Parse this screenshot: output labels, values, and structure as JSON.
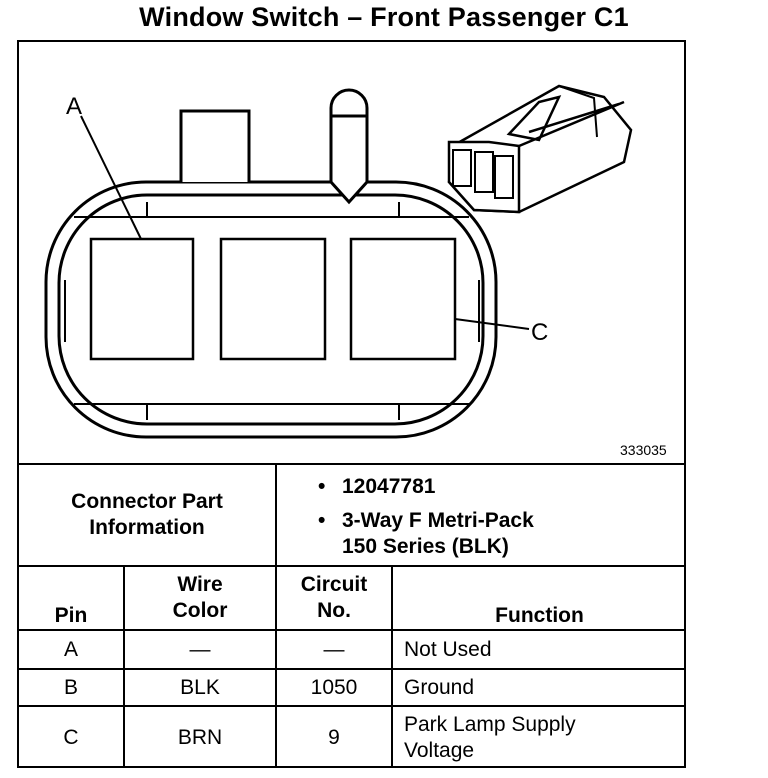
{
  "title": "Window Switch – Front Passenger C1",
  "diagram": {
    "callout_a": "A",
    "callout_c": "C",
    "figure_number": "333035"
  },
  "connector_info": {
    "label": "Connector Part Information",
    "bullets": [
      {
        "bullet": "•",
        "lines": [
          "12047781"
        ]
      },
      {
        "bullet": "•",
        "lines": [
          "3-Way F Metri-Pack",
          "150 Series (BLK)"
        ]
      }
    ]
  },
  "pin_table": {
    "headers": {
      "pin": "Pin",
      "wire_color": [
        "Wire",
        "Color"
      ],
      "circuit": [
        "Circuit",
        "No."
      ],
      "function": "Function"
    },
    "rows": [
      {
        "pin": "A",
        "wire_color": "—",
        "circuit": "—",
        "function": [
          "Not Used"
        ]
      },
      {
        "pin": "B",
        "wire_color": "BLK",
        "circuit": "1050",
        "function": [
          "Ground"
        ]
      },
      {
        "pin": "C",
        "wire_color": "BRN",
        "circuit": "9",
        "function": [
          "Park Lamp Supply",
          "Voltage"
        ]
      }
    ]
  }
}
